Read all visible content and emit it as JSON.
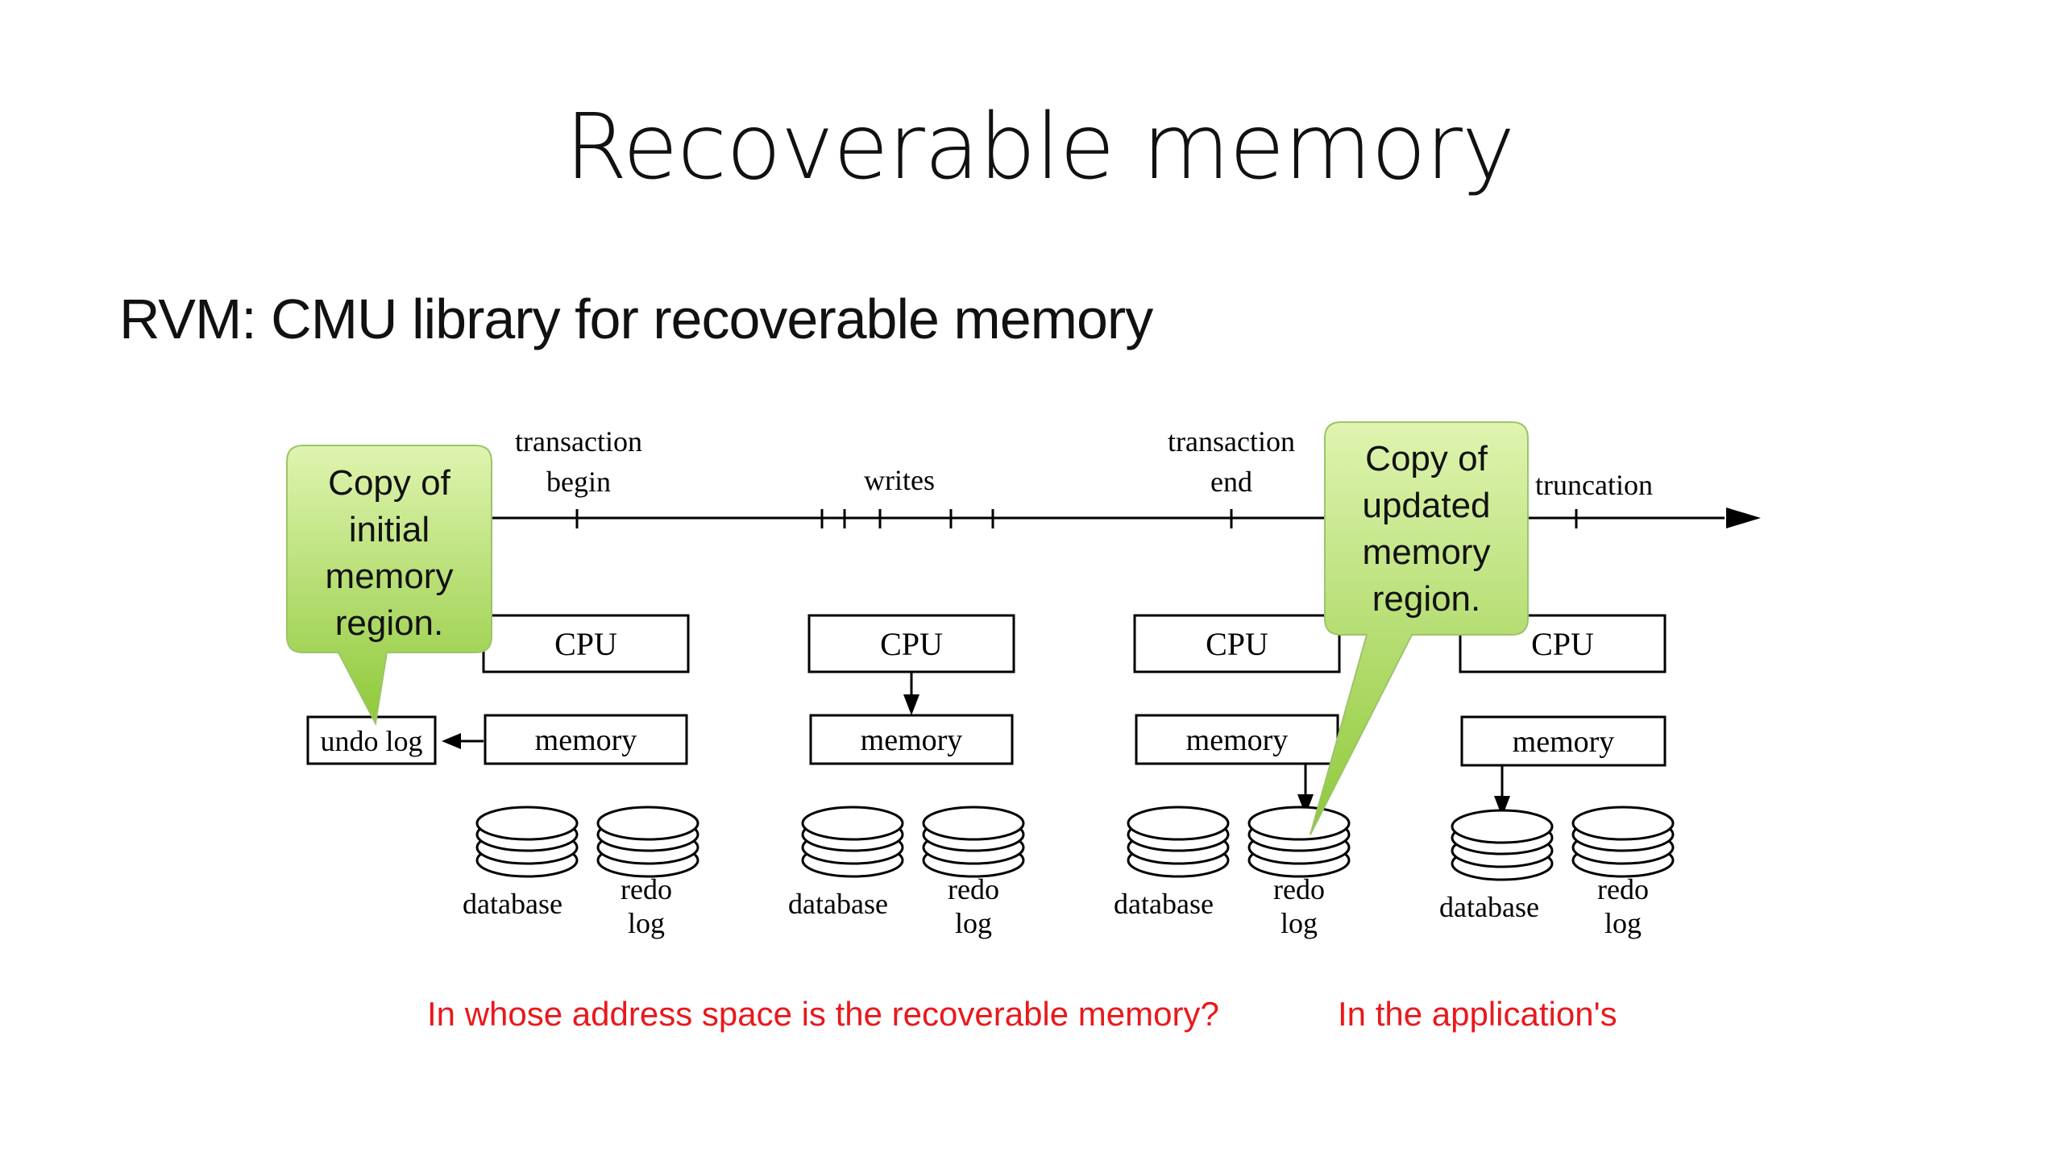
{
  "slide": {
    "title": "Recoverable memory",
    "subtitle": "RVM: CMU library for recoverable memory",
    "question": "In whose address space is the recoverable memory?",
    "answer": "In the application's"
  },
  "diagram": {
    "timeline": {
      "transaction_begin": [
        "transaction",
        "begin"
      ],
      "writes": "writes",
      "transaction_end": [
        "transaction",
        "end"
      ],
      "truncation": "truncation"
    },
    "cpu_label": "CPU",
    "memory_label": "memory",
    "undo_log_label": "undo log",
    "database_label": "database",
    "redo_log_label": [
      "redo",
      "log"
    ],
    "callout_initial": [
      "Copy of",
      "initial",
      "memory",
      "region."
    ],
    "callout_updated": [
      "Copy of",
      "updated",
      "memory",
      "region."
    ],
    "colors": {
      "callout_top": "#d6f0a0",
      "callout_bottom": "#8fcc3c",
      "accent_red": "#e8191c"
    }
  }
}
